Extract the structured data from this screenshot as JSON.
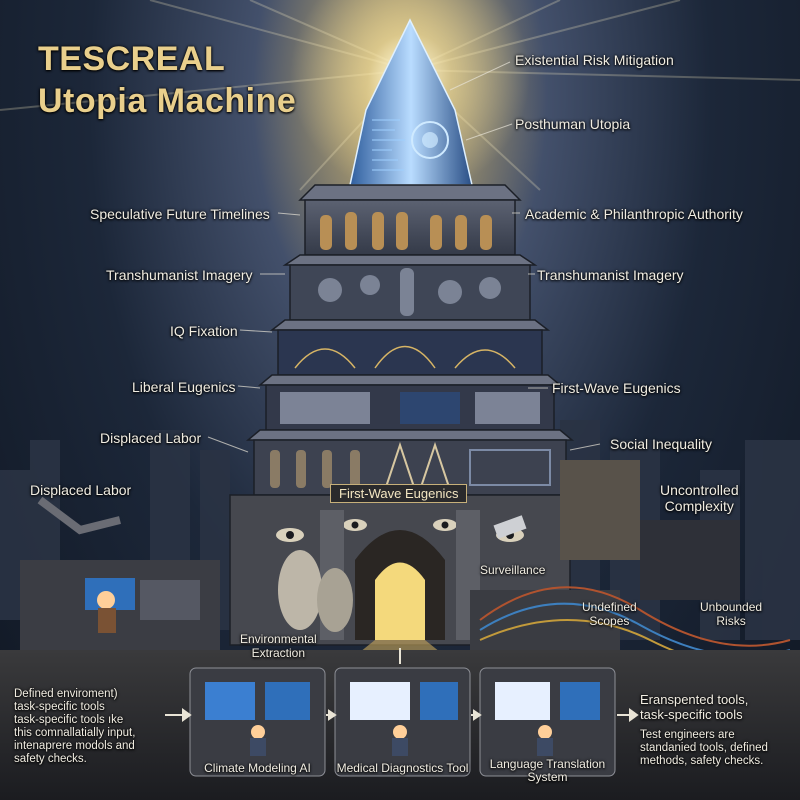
{
  "title": {
    "line1": "TESCREAL",
    "line2": "Utopia Machine"
  },
  "labels_right": {
    "existential": "Existential Risk Mitigation",
    "posthuman": "Posthuman Utopia",
    "academic": "Academic & Philanthropic Authority",
    "transhumanist": "Transhumanist Imagery",
    "first_wave": "First-Wave Eugenics",
    "social": "Social Inequality",
    "uncontrolled": "Uncontrolled\nComplexity"
  },
  "labels_left": {
    "speculative": "Speculative Future Timelines",
    "transhumanist": "Transhumanist Imagery",
    "iq": "IQ Fixation",
    "liberal": "Liberal Eugenics",
    "displaced1": "Displaced Labor",
    "displaced2": "Displaced Labor"
  },
  "base": {
    "banner": "First-Wave Eugenics",
    "surveillance": "Surveillance",
    "environmental": "Environmental\nExtraction",
    "undefined_scopes": "Undefined\nScopes",
    "unbounded_risks": "Unbounded\nRisks"
  },
  "bottom": {
    "left_text": "Defined enviroment)\ntask-specific tools\ntask-specific tools ıke\nthis comnallatially input,\nintenaprere modols and\nsafety checks.",
    "right_title": "Eranspented tools,\ntask-specific tools",
    "right_text": "Test engineers are\nstandanied tools, defined\nmethods, safety checks.",
    "panels": [
      "Climate Modeling AI",
      "Medical Diagnostics Tool",
      "Language Translation\nSystem"
    ]
  },
  "colors": {
    "title": "#e9cf8c",
    "glow": "#fff3c4",
    "screen": "#3b7fd1"
  }
}
